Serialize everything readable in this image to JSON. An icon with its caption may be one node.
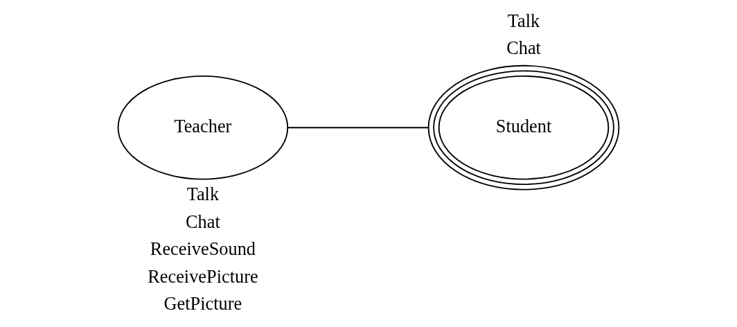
{
  "diagram": {
    "nodes": [
      {
        "text": [
          "Teacher"
        ]
      },
      {
        "text": [
          "Student"
        ]
      }
    ],
    "edges": [
      {
        "from": 0,
        "to": 1,
        "arrow": "none"
      }
    ],
    "labels": [
      "Talk",
      "Chat",
      "Talk",
      "Chat",
      "ReceiveSound",
      "ReceivePicture",
      "GetPicture"
    ]
  }
}
